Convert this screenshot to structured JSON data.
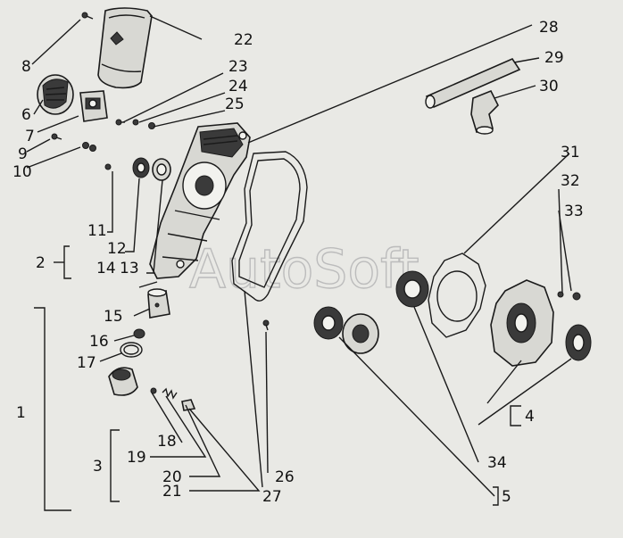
{
  "watermark": "AutoSoft",
  "labels": {
    "l1": "1",
    "l2": "2",
    "l3": "3",
    "l4": "4",
    "l5": "5",
    "l6": "6",
    "l7": "7",
    "l8": "8",
    "l9": "9",
    "l10": "10",
    "l11": "11",
    "l12": "12",
    "l13": "13",
    "l14a": "14",
    "l14b": "14",
    "l15": "15",
    "l16": "16",
    "l17": "17",
    "l18": "18",
    "l19": "19",
    "l20": "20",
    "l21": "21",
    "l22": "22",
    "l23": "23",
    "l24": "24",
    "l25": "25",
    "l26": "26",
    "l27": "27",
    "l28": "28",
    "l29": "29",
    "l30": "30",
    "l31": "31",
    "l32": "32",
    "l33": "33",
    "l34": "34"
  }
}
